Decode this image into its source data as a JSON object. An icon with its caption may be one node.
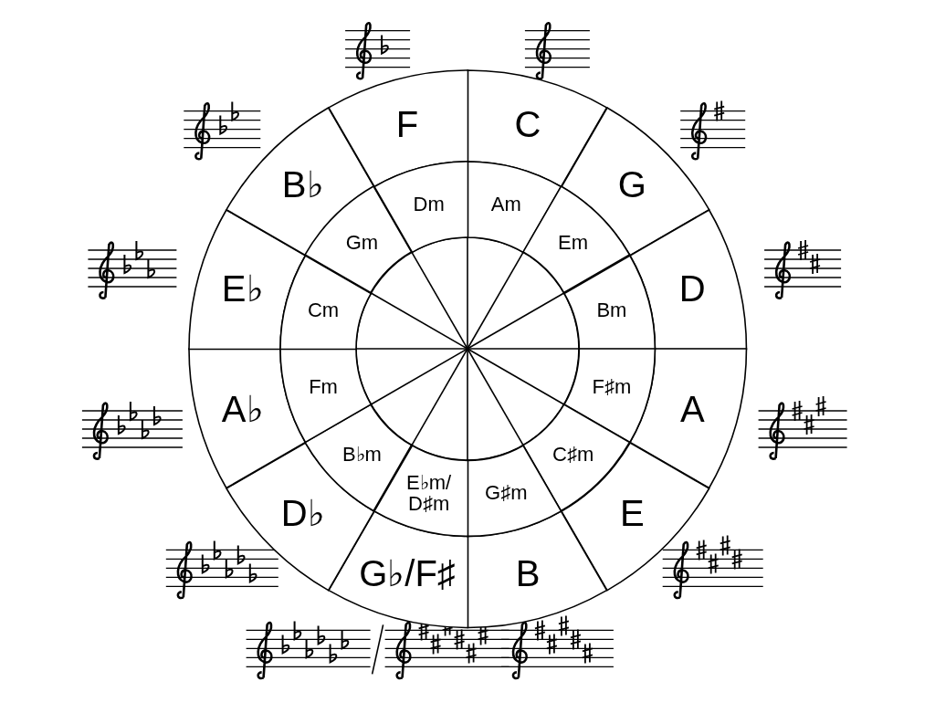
{
  "diagram": {
    "nodes": [
      {
        "text": [
          "C"
        ]
      },
      {
        "text": [
          "G"
        ]
      },
      {
        "text": [
          "D"
        ]
      },
      {
        "text": [
          "A"
        ]
      },
      {
        "text": [
          "E"
        ]
      },
      {
        "text": [
          "B"
        ]
      },
      {
        "text": [
          "G♭/F♯"
        ]
      },
      {
        "text": [
          "D♭"
        ]
      },
      {
        "text": [
          "A♭"
        ]
      },
      {
        "text": [
          "E♭"
        ]
      },
      {
        "text": [
          "B♭"
        ]
      },
      {
        "text": [
          "F"
        ]
      },
      {
        "text": [
          "Am"
        ]
      },
      {
        "text": [
          "Em"
        ]
      },
      {
        "text": [
          "Bm"
        ]
      },
      {
        "text": [
          "F♯m"
        ]
      },
      {
        "text": [
          "C♯m"
        ]
      },
      {
        "text": [
          "G♯m"
        ]
      },
      {
        "text": [
          "E♭m/D♯m"
        ]
      },
      {
        "text": [
          "B♭m"
        ]
      },
      {
        "text": [
          "Fm"
        ]
      },
      {
        "text": [
          "Cm"
        ]
      },
      {
        "text": [
          "Gm"
        ]
      },
      {
        "text": [
          "Dm"
        ]
      }
    ]
  }
}
